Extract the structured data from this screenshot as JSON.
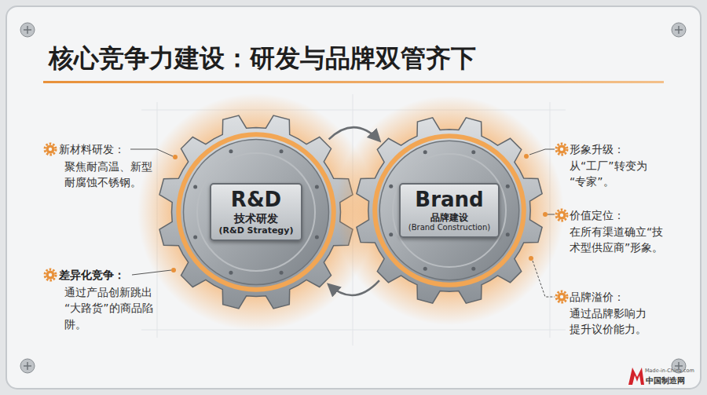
{
  "diagram": {
    "title": "核心竞争力建设：研发与品牌双管齐下",
    "nodes": [
      {
        "text": [
          "R&D",
          "技术研发",
          "(R&D Strategy)"
        ]
      },
      {
        "text": [
          "Brand",
          "品牌建设",
          "(Brand Construction)"
        ]
      }
    ],
    "edges": [
      {
        "from": 0,
        "to": 1,
        "arrow": "to"
      },
      {
        "from": 1,
        "to": 0,
        "arrow": "to"
      }
    ],
    "labels": [
      "新材料研发：",
      "聚焦耐高温、新型耐腐蚀不锈钢。",
      "差异化竞争：",
      "通过产品创新跳出“大路货”的商品陷阱。",
      "形象升级：",
      "从“工厂”转变为“专家”。",
      "价值定位：",
      "在所有渠道确立“技术型供应商”形象。",
      "品牌溢价：",
      "通过品牌影响力提升议价能力。",
      "Made-in-China.com",
      "中国制造网"
    ]
  }
}
